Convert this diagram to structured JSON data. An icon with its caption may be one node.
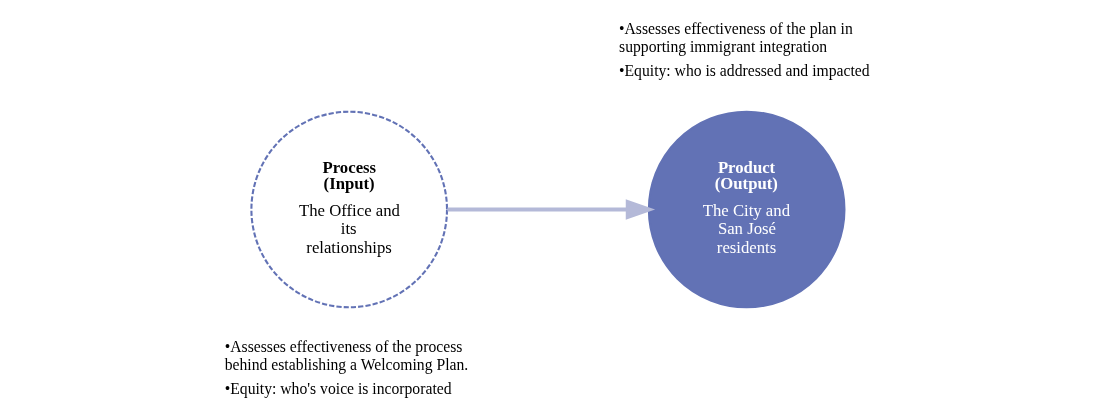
{
  "diagram": {
    "nodes": [
      {
        "text": [
          "Process (Input)",
          "The Office and its relationships"
        ],
        "beside": [
          "•Assesses effectiveness of the process behind establishing a Welcoming Plan.",
          "•Equity: who's voice is incorporated"
        ]
      },
      {
        "text": [
          "Product (Output)",
          "The City and San José residents"
        ],
        "beside": [
          "•Assesses effectiveness of the plan in supporting immigrant integration",
          "•Equity: who is addressed and impacted"
        ]
      }
    ],
    "edges": [
      {
        "from": 0,
        "to": 1,
        "arrow": "to"
      }
    ]
  }
}
